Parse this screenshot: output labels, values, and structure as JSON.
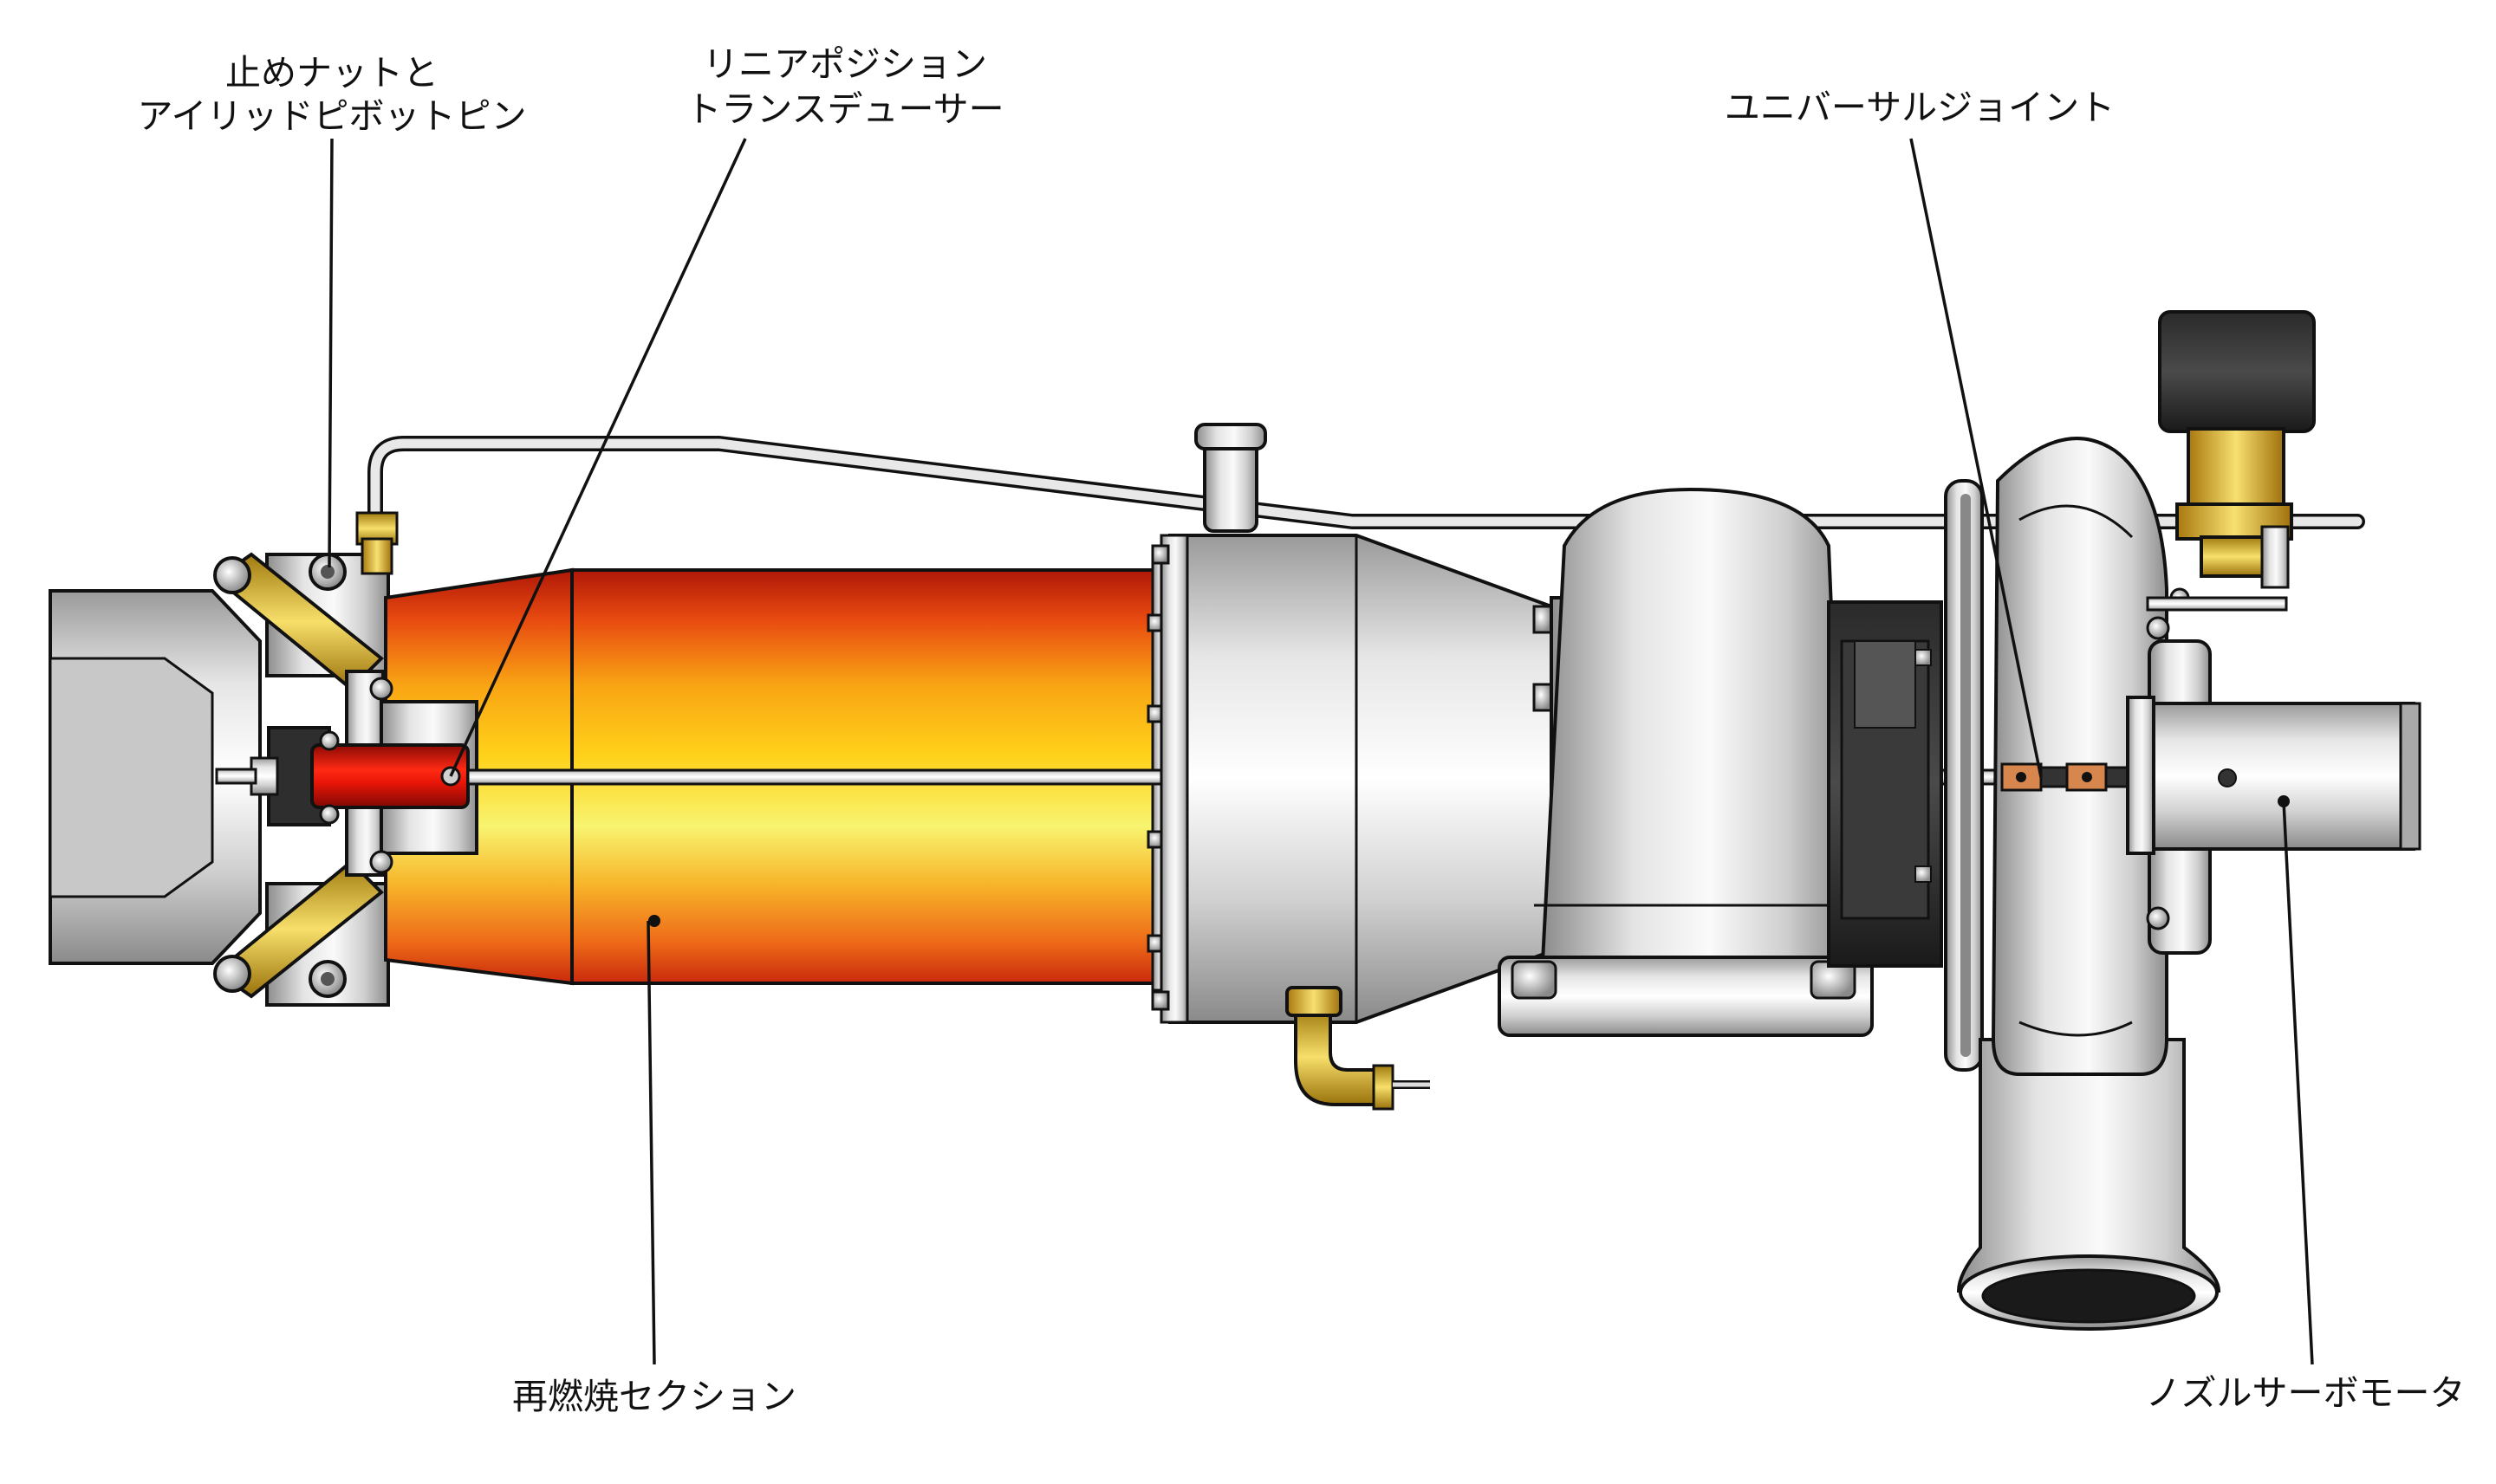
{
  "labels": {
    "stop_nut_line1": "止めナットと",
    "stop_nut_line2": "アイリッドピボットピン",
    "lpt_line1": "リニアポジション",
    "lpt_line2": "トランスデューサー",
    "universal_joint": "ユニバーサルジョイント",
    "afterburner": "再燃焼セクション",
    "nozzle_servo": "ノズルサーボモータ"
  },
  "colors": {
    "outline": "#111111",
    "metal_light": "#eeeeee",
    "metal_mid": "#bdbdbd",
    "metal_dark": "#7a7a7a",
    "hot_red": "#c42010",
    "hot_orange": "#f08a10",
    "hot_yellow": "#f6f26a",
    "brass": "#e0c040",
    "copper": "#d7864e",
    "servo_black": "#1c1c1c"
  }
}
